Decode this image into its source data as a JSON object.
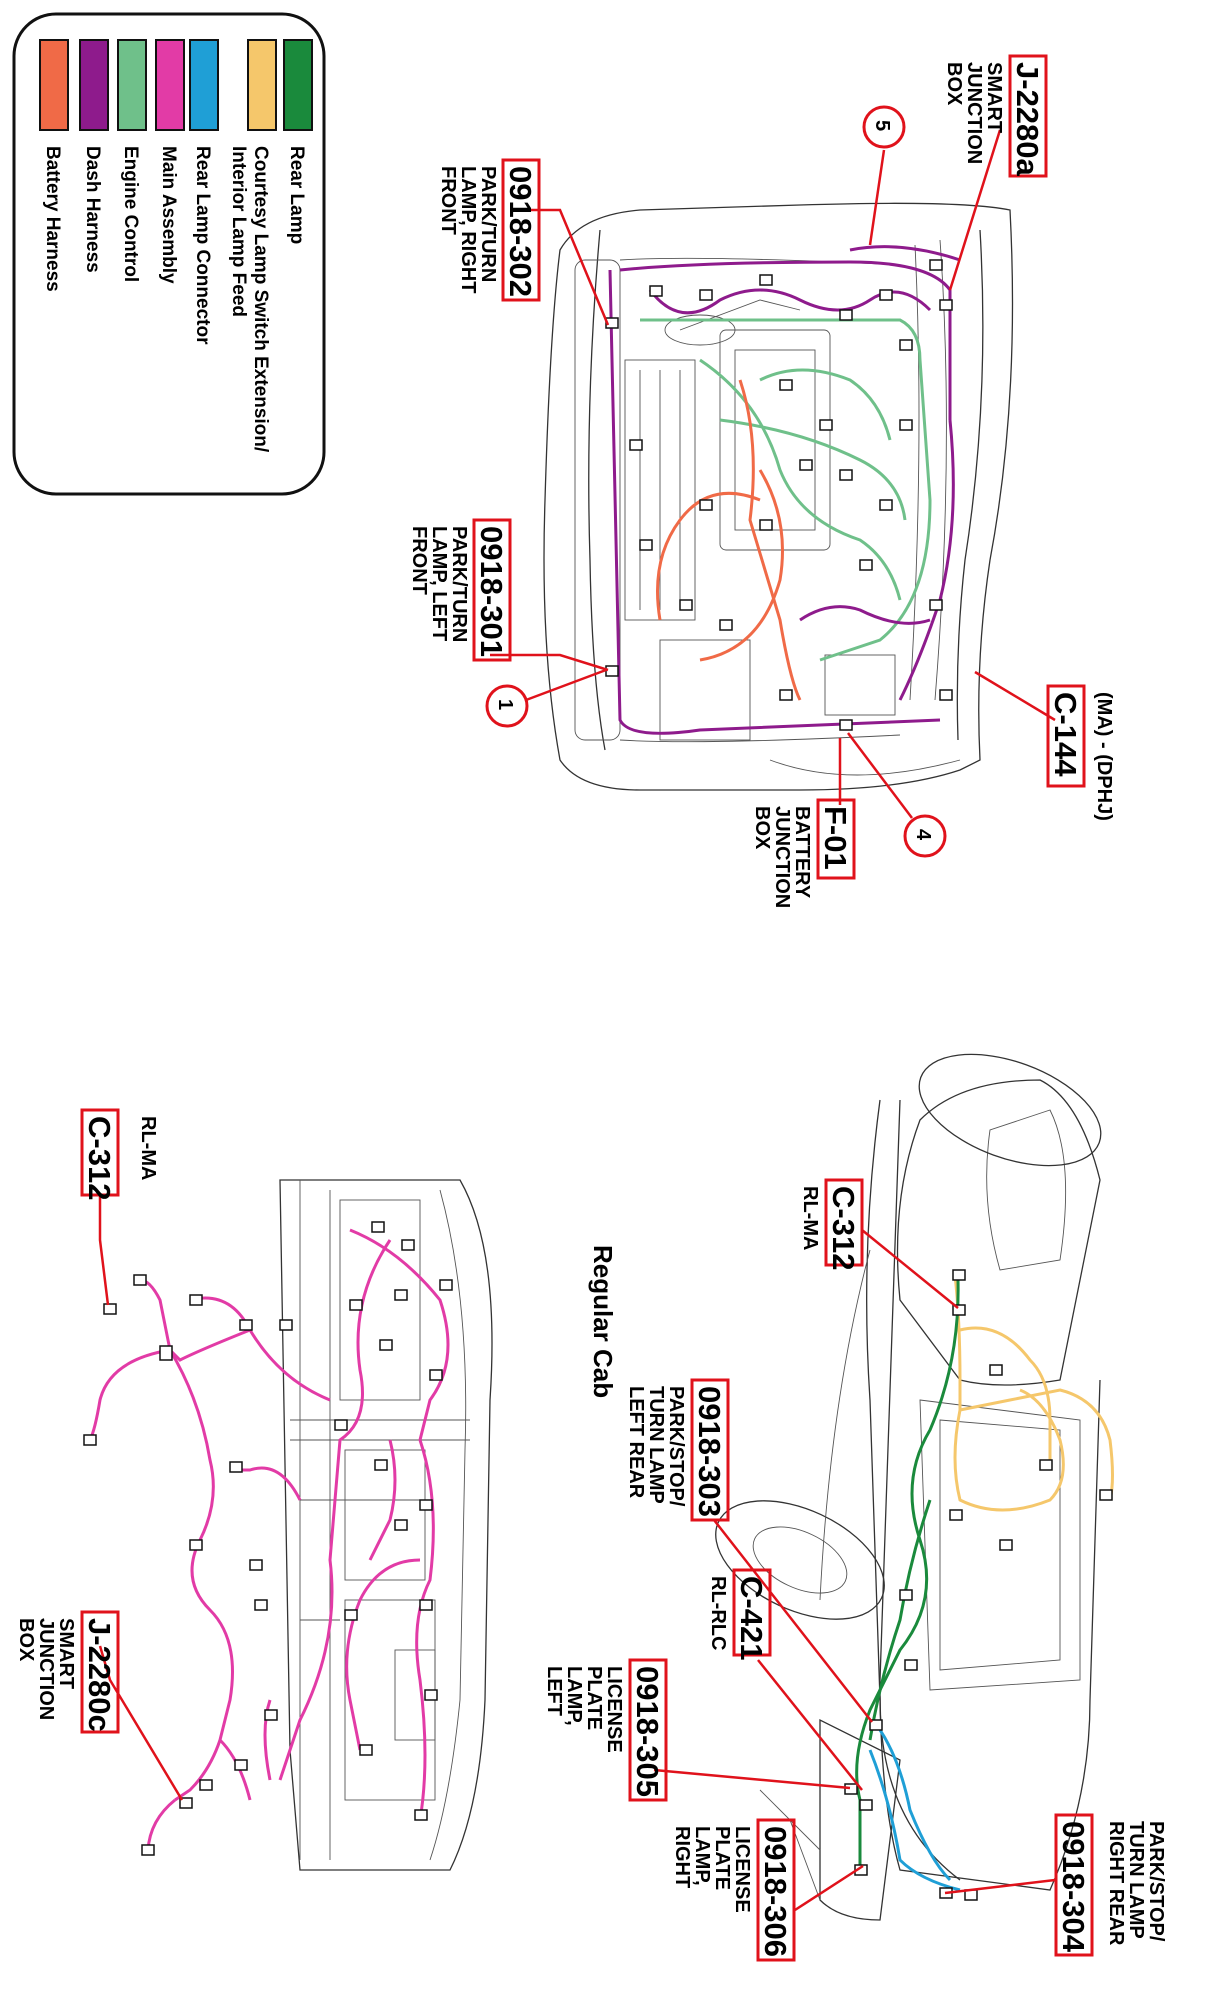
{
  "colors": {
    "callout_red": "#e0121b",
    "rear_lamp": "#1a8a3c",
    "courtesy_lamp": "#f5c76b",
    "engine_control": "#6fc08a",
    "main_assembly": "#e23ba6",
    "rear_lamp_connector": "#1f9fd6",
    "dash_harness": "#8e1b8c",
    "battery_harness": "#f06a47"
  },
  "legend": {
    "items": [
      {
        "label": "Rear Lamp",
        "color": "#1a8a3c"
      },
      {
        "label": "Courtesy Lamp Switch Extension/",
        "label2": "Interior Lamp Feed",
        "color": "#f5c76b"
      },
      {
        "label": "Main Assembly",
        "color": "#e23ba6"
      },
      {
        "label": "Engine Control",
        "color": "#6fc08a"
      },
      {
        "label": "Rear Lamp Connector",
        "color": "#1f9fd6"
      },
      {
        "label": "Dash Harness",
        "color": "#8e1b8c"
      },
      {
        "label": "Battery Harness",
        "color": "#f06a47"
      }
    ]
  },
  "title": "Regular Cab",
  "callouts": {
    "j2280a": {
      "code": "J-2280a",
      "line1": "SMART",
      "line2": "JUNCTION",
      "line3": "BOX"
    },
    "c144": {
      "code": "C-144",
      "line1": "(MA) - (DPHJ)"
    },
    "f01": {
      "code": "F-01",
      "line1": "BATTERY",
      "line2": "JUNCTION",
      "line3": "BOX"
    },
    "p302": {
      "code": "0918-302",
      "line1": "PARK/TURN",
      "line2": "LAMP, RIGHT",
      "line3": "FRONT"
    },
    "p301": {
      "code": "0918-301",
      "line1": "PARK/TURN",
      "line2": "LAMP, LEFT",
      "line3": "FRONT"
    },
    "c312_truck": {
      "code": "C-312",
      "line1": "RL-MA"
    },
    "p303": {
      "code": "0918-303",
      "line1": "PARK/STOP/",
      "line2": "TURN LAMP",
      "line3": "LEFT REAR"
    },
    "c421": {
      "code": "C-421",
      "line1": "RL-RLC"
    },
    "p305": {
      "code": "0918-305",
      "line1": "LICENSE",
      "line2": "PLATE",
      "line3": "LAMP,",
      "line4": "LEFT"
    },
    "p306": {
      "code": "0918-306",
      "line1": "LICENSE",
      "line2": "PLATE",
      "line3": "LAMP,",
      "line4": "RIGHT"
    },
    "p304": {
      "code": "0918-304",
      "line1": "PARK/STOP/",
      "line2": "TURN LAMP",
      "line3": "RIGHT REAR"
    },
    "c312_dash": {
      "code": "C-312",
      "line1": "RL-MA"
    },
    "j2280c": {
      "code": "J-2280c",
      "line1": "SMART",
      "line2": "JUNCTION",
      "line3": "BOX"
    }
  },
  "markers": {
    "m1": "1",
    "m4": "4",
    "m5": "5"
  }
}
